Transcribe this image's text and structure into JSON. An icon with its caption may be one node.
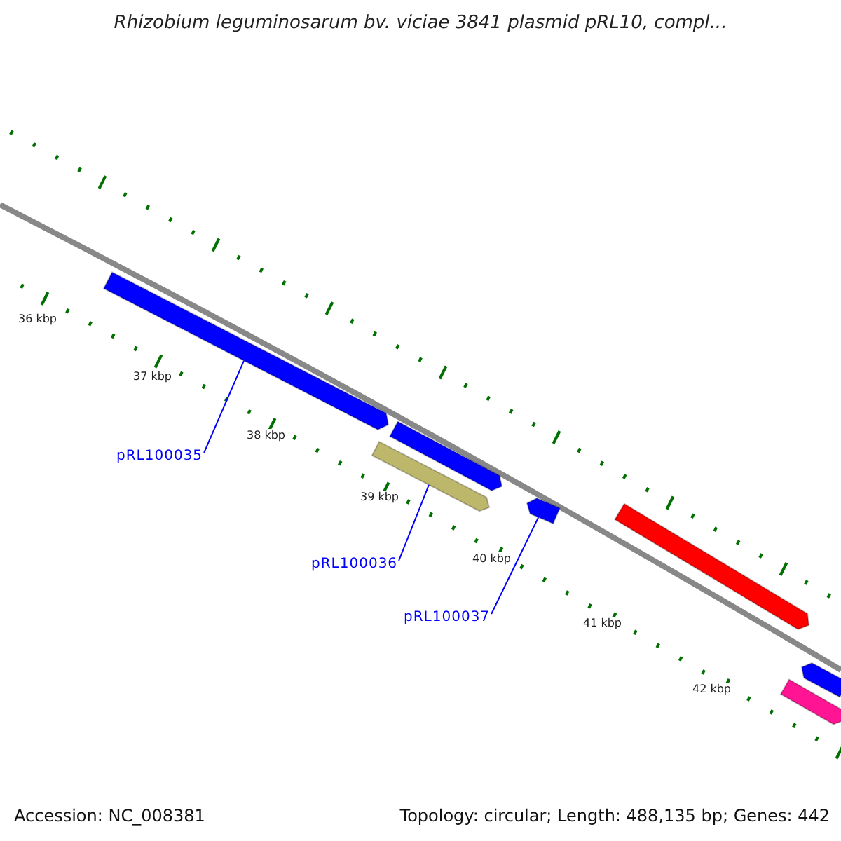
{
  "diagram": {
    "title": "Rhizobium leguminosarum bv. viciae 3841 plasmid pRL10, compl...",
    "nodes": [
      {
        "text": [
          "pRL100035"
        ]
      },
      {
        "text": [],
        "shape": "bar"
      },
      {
        "text": [
          "pRL100036"
        ]
      },
      {
        "text": [],
        "shape": "bar"
      },
      {
        "text": [
          "pRL100037"
        ]
      },
      {
        "text": [],
        "shape": "bar"
      },
      {
        "text": [],
        "shape": "bar"
      },
      {
        "text": [],
        "shape": "bar"
      },
      {
        "text": [],
        "shape": "bar"
      },
      {
        "text": [],
        "shape": "bar"
      }
    ],
    "edges": [
      {
        "from": 0,
        "to": 1,
        "arrow": "none"
      },
      {
        "from": 2,
        "to": 3,
        "arrow": "none"
      },
      {
        "from": 4,
        "to": 5,
        "arrow": "none"
      }
    ],
    "labels": [
      "36 kbp",
      "37 kbp",
      "38 kbp",
      "39 kbp",
      "40 kbp",
      "41 kbp",
      "42 kbp",
      "Accession: NC_008381",
      "Topology: circular; Length: 488,135 bp; Genes: 442"
    ]
  }
}
